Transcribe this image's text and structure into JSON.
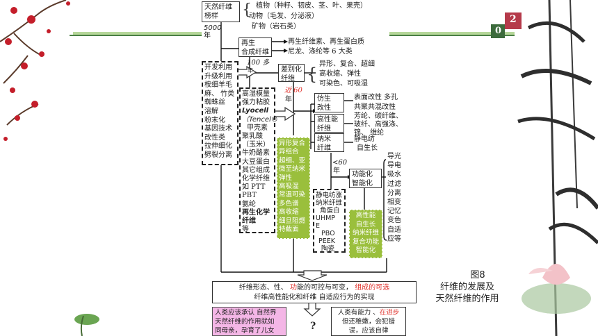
{
  "slide_number": {
    "digit1": "0",
    "digit2": "2"
  },
  "top": {
    "root_box": [
      "天然纤维",
      "榜样"
    ],
    "plant": "植物（种籽、韧皮、茎、叶、果壳）",
    "animal": "动物（毛发、分泌液）",
    "mineral": "矿物（岩石类）",
    "era_5000": "5000",
    "era_5000_unit": "年",
    "regen_box": [
      "再生",
      "合成纤维"
    ],
    "regen_out1": "再生纤维素、再生蛋白质",
    "regen_out2": "尼龙、涤纶等 6 大类",
    "era_100": "100 多",
    "era_100_unit": "年",
    "diff_box": [
      "差别化",
      "纤维"
    ],
    "diff_out": [
      "异形、复合、超细",
      "高收缩、弹性",
      "可染色、可吸湿"
    ]
  },
  "left_col": [
    "开发利用",
    "升级利用",
    "桉细羊毛",
    "麻、 竹类",
    "蜘蛛丝",
    "溶解",
    "粉末化",
    "基因技术",
    "改性类",
    "拉伸细化",
    "劈裂分离"
  ],
  "regen_col": [
    "高湿模量",
    "强力粘胶",
    "Lyocell",
    "（Tencel®",
    "甲壳素",
    "聚乳酸",
    "（玉米）",
    "牛奶酪素",
    "大豆蛋白",
    "其它组成",
    "化学纤维",
    "如 PTT",
    "PBT",
    "氨纶"
  ],
  "regen_col_bold": "再生化学纤维",
  "regen_col_tail": "等",
  "era_near60": "近 60",
  "era_near60_unit": "年",
  "bionic_box": [
    "仿生",
    "改性"
  ],
  "bionic_out": [
    "表面改性 多孔",
    "共聚共混改性"
  ],
  "hiperf_box": [
    "高性能",
    "纤维"
  ],
  "hiperf_out": [
    "芳纶、碳纤维、",
    "玻纤、高强涤、",
    "锦、 维纶"
  ],
  "nano_box": [
    "纳米",
    "纤维"
  ],
  "nano_out": [
    "静电纺",
    "自生长"
  ],
  "green_mid": [
    "异形复合",
    "异组合",
    "超细、亚",
    "微至纳米",
    "弹性",
    "高吸湿",
    "常温可染",
    "多色谱",
    "高收缩",
    "细旦阻燃",
    "特截面"
  ],
  "era_lt60": "<60",
  "era_lt60_unit": "年",
  "func_box": [
    "功能化",
    "智能化"
  ],
  "func_out": [
    "导光",
    "导电",
    "吸水",
    "过滤",
    "分离",
    "相变",
    "记忆",
    "变色",
    "自适",
    "应等"
  ],
  "dash_box2": [
    "静电纺涨",
    "纳米纤维",
    "角蛋白",
    "UHMP",
    "E",
    "PBO",
    "PEEK",
    "陶瓷"
  ],
  "green_right": [
    "高性能",
    "自生长",
    "纳米纤维",
    "复合功能",
    "智能化"
  ],
  "summary_line1_a": "纤维形态、性、",
  "summary_line1_b": "功",
  "summary_line1_c": "能的可控与可变，",
  "summary_line1_d": "组成的可选",
  "summary_line2": "纤维高性能化和纤维 自适应行为的实现",
  "pink_box": [
    "人类应该承认 自然界",
    "天然纤维的作用就如",
    "同母亲，孕育了儿女"
  ],
  "question": "?",
  "right_box_a": "人类有能力 、",
  "right_box_b": "在进步",
  "right_box_c": [
    "但还稚嫩，会犯错",
    "误，应该自律"
  ],
  "caption": [
    "图8",
    "纤维的发展及",
    "天然纤维的作用"
  ]
}
